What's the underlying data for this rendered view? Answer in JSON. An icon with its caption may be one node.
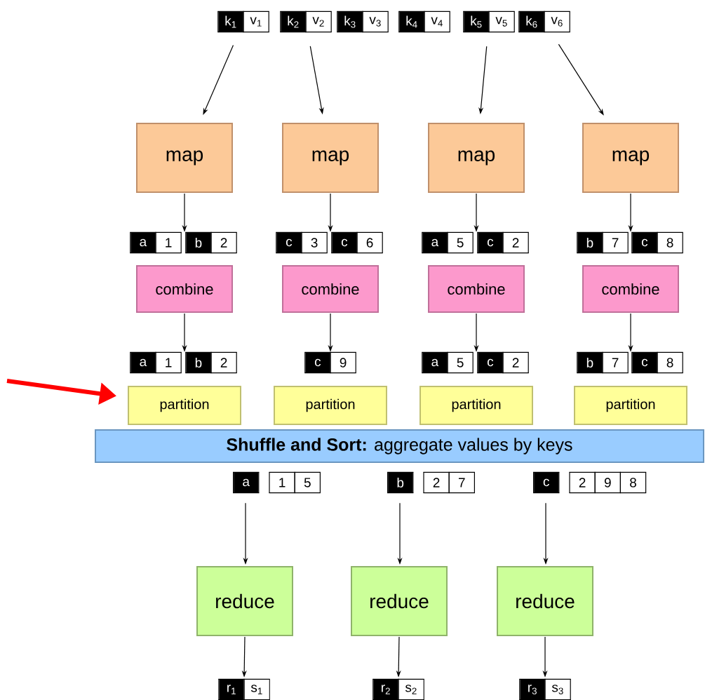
{
  "diagram": {
    "nodes": [
      {
        "text": [
          "k$_{1}$",
          "v$_{1}$"
        ]
      },
      {
        "text": [
          "k$_{2}$",
          "v$_{2}$"
        ]
      },
      {
        "text": [
          "k$_{3}$",
          "v$_{3}$"
        ]
      },
      {
        "text": [
          "k$_{4}$",
          "v$_{4}$"
        ]
      },
      {
        "text": [
          "k$_{5}$",
          "v$_{5}$"
        ]
      },
      {
        "text": [
          "k$_{6}$",
          "v$_{6}$"
        ]
      },
      {
        "text": [
          "map"
        ]
      },
      {
        "text": [
          "map"
        ]
      },
      {
        "text": [
          "map"
        ]
      },
      {
        "text": [
          "map"
        ]
      },
      {
        "text": [
          "a",
          "1"
        ]
      },
      {
        "text": [
          "b",
          "2"
        ]
      },
      {
        "text": [
          "c",
          "3"
        ]
      },
      {
        "text": [
          "c",
          "6"
        ]
      },
      {
        "text": [
          "a",
          "5"
        ]
      },
      {
        "text": [
          "c",
          "2"
        ]
      },
      {
        "text": [
          "b",
          "7"
        ]
      },
      {
        "text": [
          "c",
          "8"
        ]
      },
      {
        "text": [
          "combine"
        ]
      },
      {
        "text": [
          "combine"
        ]
      },
      {
        "text": [
          "combine"
        ]
      },
      {
        "text": [
          "combine"
        ]
      },
      {
        "text": [
          "a",
          "1"
        ]
      },
      {
        "text": [
          "b",
          "2"
        ]
      },
      {
        "text": [
          "c",
          "9"
        ]
      },
      {
        "text": [
          "a",
          "5"
        ]
      },
      {
        "text": [
          "c",
          "2"
        ]
      },
      {
        "text": [
          "b",
          "7"
        ]
      },
      {
        "text": [
          "c",
          "8"
        ]
      },
      {
        "text": [
          "partition"
        ]
      },
      {
        "text": [
          "partition"
        ]
      },
      {
        "text": [
          "partition"
        ]
      },
      {
        "text": [
          "partition"
        ]
      },
      {
        "text": [
          "**Shuffle and Sort:** aggregate values by keys"
        ]
      },
      {
        "text": [
          "a",
          "1",
          "5"
        ]
      },
      {
        "text": [
          "b",
          "2",
          "7"
        ]
      },
      {
        "text": [
          "c",
          "2",
          "9",
          "8"
        ]
      },
      {
        "text": [
          "reduce"
        ]
      },
      {
        "text": [
          "reduce"
        ]
      },
      {
        "text": [
          "reduce"
        ]
      },
      {
        "text": [
          "r$_{1}$",
          "s$_{1}$"
        ]
      },
      {
        "text": [
          "r$_{2}$",
          "s$_{2}$"
        ]
      },
      {
        "text": [
          "r$_{3}$",
          "s$_{3}$"
        ]
      }
    ],
    "edges": [
      {
        "from": 0,
        "to": 6,
        "arrow": "to"
      },
      {
        "from": 1,
        "to": 7,
        "arrow": "to"
      },
      {
        "from": 4,
        "to": 8,
        "arrow": "to"
      },
      {
        "from": 5,
        "to": 9,
        "arrow": "to"
      },
      {
        "from": 6,
        "to": 10,
        "arrow": "to"
      },
      {
        "from": 7,
        "to": 12,
        "arrow": "to"
      },
      {
        "from": 8,
        "to": 14,
        "arrow": "to"
      },
      {
        "from": 9,
        "to": 16,
        "arrow": "to"
      },
      {
        "from": 18,
        "to": 22,
        "arrow": "to"
      },
      {
        "from": 19,
        "to": 24,
        "arrow": "to"
      },
      {
        "from": 20,
        "to": 25,
        "arrow": "to"
      },
      {
        "from": 21,
        "to": 27,
        "arrow": "to"
      },
      {
        "from": 34,
        "to": 37,
        "arrow": "to"
      },
      {
        "from": 35,
        "to": 38,
        "arrow": "to"
      },
      {
        "from": 36,
        "to": 39,
        "arrow": "to"
      },
      {
        "from": 37,
        "to": 40,
        "arrow": "to"
      },
      {
        "from": 38,
        "to": 41,
        "arrow": "to"
      },
      {
        "from": 39,
        "to": 42,
        "arrow": "to"
      },
      {
        "from": null,
        "to": 29,
        "arrow": "to",
        "style": "thick",
        "color": "#ff0000"
      }
    ]
  }
}
